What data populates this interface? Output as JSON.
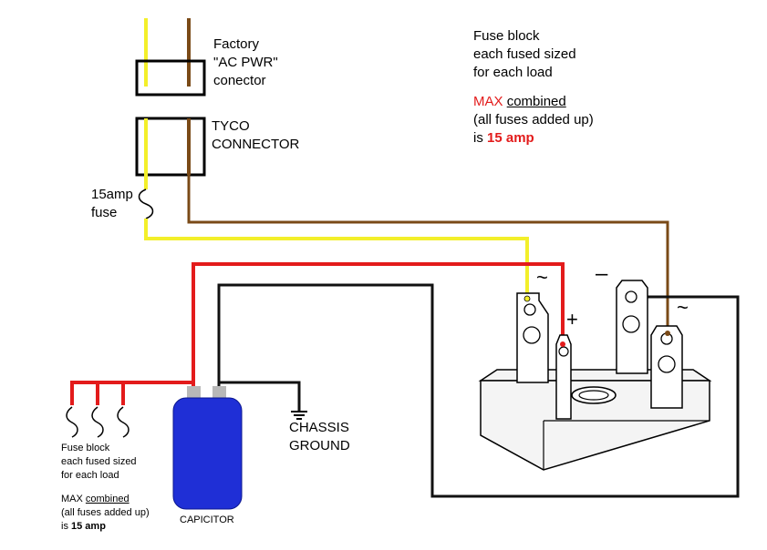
{
  "labels": {
    "factory_connector": [
      "Factory",
      "\"AC PWR\"",
      "conector"
    ],
    "tyco_connector": [
      "TYCO",
      "CONNECTOR"
    ],
    "main_fuse": [
      "15amp",
      "fuse"
    ],
    "chassis_ground": [
      "CHASSIS",
      "GROUND"
    ],
    "capacitor": "CAPICITOR"
  },
  "fuse_note_top": {
    "line1": "Fuse block",
    "line2": "each fused sized",
    "line3": "for each load",
    "max_word": "MAX",
    "combined_word": "combined",
    "line5": "(all fuses added up)",
    "is_word": "is",
    "amp_value": "15 amp"
  },
  "fuse_note_bottom": {
    "line1": "Fuse block",
    "line2": "each fused sized",
    "line3": "for each load",
    "max_word": "MAX",
    "combined_word": "combined",
    "line5": "(all fuses added up)",
    "is_word": "is",
    "amp_value": "15 amp"
  },
  "rectifier_symbols": {
    "ac_left": "~",
    "ac_right": "~",
    "plus": "+",
    "minus": "–"
  },
  "colors": {
    "yellow_wire": "#f3ef2a",
    "brown_wire": "#7a4a17",
    "red_wire": "#e31b1b",
    "black_wire": "#111111",
    "capacitor_fill": "#1f2fd6",
    "capacitor_terminal": "#b8b8b8"
  }
}
